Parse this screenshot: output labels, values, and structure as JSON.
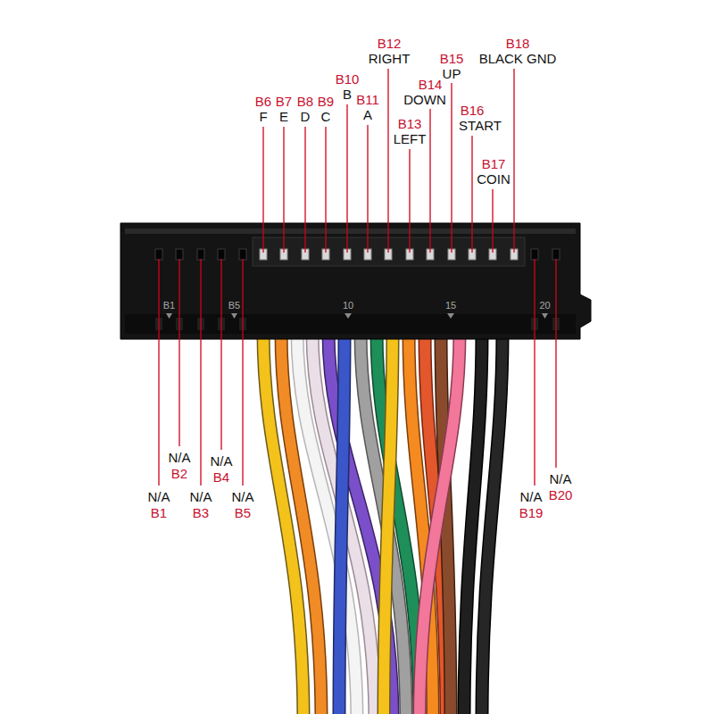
{
  "diagram": {
    "labels": [
      "B18",
      "BLACK GND",
      "B12",
      "RIGHT",
      "B15",
      "UP",
      "B10",
      "B",
      "B14",
      "DOWN",
      "B11",
      "A",
      "B6",
      "F",
      "B7",
      "E",
      "B8",
      "D",
      "B9",
      "C",
      "B16",
      "START",
      "B13",
      "LEFT",
      "B17",
      "COIN",
      "N/A",
      "B2",
      "N/A",
      "B4",
      "N/A",
      "B1",
      "N/A",
      "B3",
      "N/A",
      "B5",
      "N/A",
      "B20",
      "N/A",
      "B19",
      "B1",
      "B5",
      "10",
      "15",
      "20"
    ]
  }
}
